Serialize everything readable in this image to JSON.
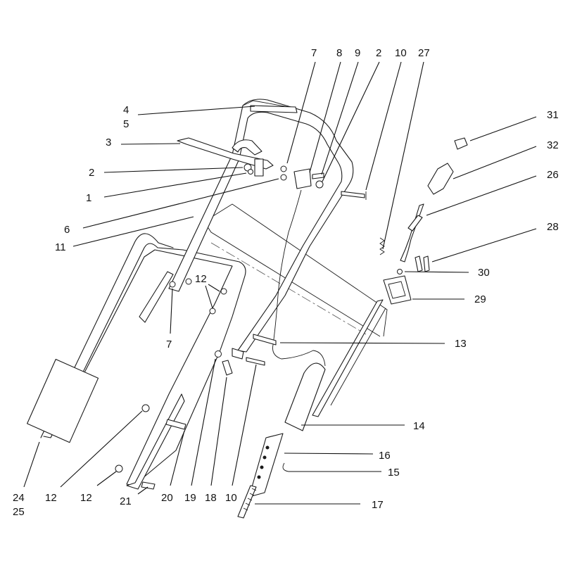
{
  "diagram": {
    "colors": {
      "ink": "#111111",
      "paper": "#ffffff"
    },
    "callouts": [
      {
        "id": "c7-top",
        "label": "7"
      },
      {
        "id": "c8",
        "label": "8"
      },
      {
        "id": "c9",
        "label": "9"
      },
      {
        "id": "c2-top",
        "label": "2"
      },
      {
        "id": "c10-top",
        "label": "10"
      },
      {
        "id": "c27",
        "label": "27"
      },
      {
        "id": "c4",
        "label": "4"
      },
      {
        "id": "c5",
        "label": "5"
      },
      {
        "id": "c3",
        "label": "3"
      },
      {
        "id": "c2-left",
        "label": "2"
      },
      {
        "id": "c1",
        "label": "1"
      },
      {
        "id": "c6",
        "label": "6"
      },
      {
        "id": "c11",
        "label": "11"
      },
      {
        "id": "c31",
        "label": "31"
      },
      {
        "id": "c32",
        "label": "32"
      },
      {
        "id": "c26",
        "label": "26"
      },
      {
        "id": "c28",
        "label": "28"
      },
      {
        "id": "c30",
        "label": "30"
      },
      {
        "id": "c29",
        "label": "29"
      },
      {
        "id": "c12-mid",
        "label": "12"
      },
      {
        "id": "c7-mid",
        "label": "7"
      },
      {
        "id": "c13",
        "label": "13"
      },
      {
        "id": "c14",
        "label": "14"
      },
      {
        "id": "c16",
        "label": "16"
      },
      {
        "id": "c15",
        "label": "15"
      },
      {
        "id": "c17",
        "label": "17"
      },
      {
        "id": "c24",
        "label": "24"
      },
      {
        "id": "c25",
        "label": "25"
      },
      {
        "id": "c12-bl1",
        "label": "12"
      },
      {
        "id": "c12-bl2",
        "label": "12"
      },
      {
        "id": "c21",
        "label": "21"
      },
      {
        "id": "c20",
        "label": "20"
      },
      {
        "id": "c19",
        "label": "19"
      },
      {
        "id": "c18",
        "label": "18"
      },
      {
        "id": "c10-bot",
        "label": "10"
      }
    ]
  }
}
